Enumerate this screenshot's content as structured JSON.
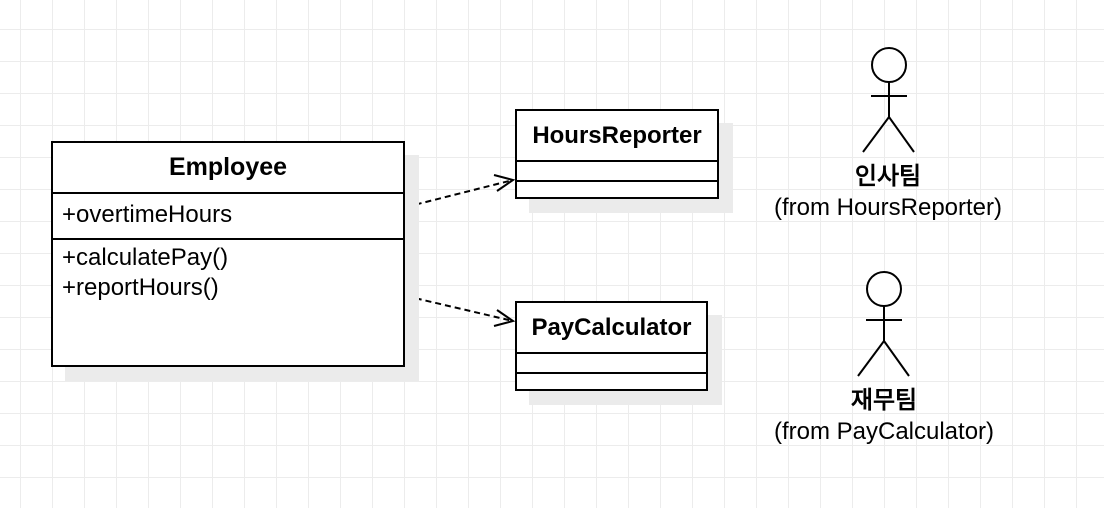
{
  "employee": {
    "name": "Employee",
    "attributes": [
      "+overtimeHours"
    ],
    "operations": [
      "+calculatePay()",
      "+reportHours()"
    ]
  },
  "hours_reporter": {
    "name": "HoursReporter"
  },
  "pay_calculator": {
    "name": "PayCalculator"
  },
  "actors": {
    "hr": {
      "name": "인사팀",
      "from": "(from HoursReporter)"
    },
    "finance": {
      "name": "재무팀",
      "from": "(from PayCalculator)"
    }
  },
  "relationships": [
    {
      "from": "Employee",
      "to": "HoursReporter",
      "type": "dependency",
      "style": "dashed"
    },
    {
      "from": "Employee",
      "to": "PayCalculator",
      "type": "dependency",
      "style": "dashed"
    }
  ],
  "colors": {
    "grid": "#ececec",
    "shadow": "#ebebeb",
    "line": "#000000"
  }
}
